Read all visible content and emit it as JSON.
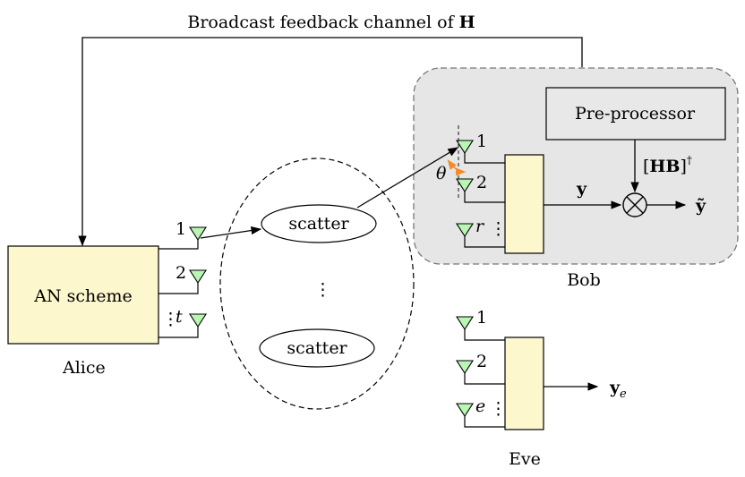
{
  "feedback": {
    "text": "Broadcast feedback channel of ",
    "symbol": "H"
  },
  "alice": {
    "box_label": "AN scheme",
    "name": "Alice",
    "antenna_labels": [
      "1",
      "2",
      "t"
    ]
  },
  "scatter": {
    "top": "scatter",
    "bottom": "scatter"
  },
  "bob": {
    "name": "Bob",
    "preprocessor": "Pre-processor",
    "antenna_labels": [
      "1",
      "2",
      "r"
    ],
    "angle": "θ",
    "signal_y": "y",
    "signal_y_tilde": "ỹ",
    "matrix_label": {
      "open": "[",
      "body": "HB",
      "close": "]",
      "sup": "†"
    }
  },
  "eve": {
    "name": "Eve",
    "antenna_labels": [
      "1",
      "2",
      "e"
    ],
    "output": "y",
    "output_sub": "e"
  },
  "colors": {
    "box_fill": "#fcf7cd",
    "antenna_fill": "#b9f5b3",
    "bob_region": "#e6e6e6",
    "preprocessor_fill": "#e8e8e8",
    "angle_arc": "#f28c28"
  }
}
